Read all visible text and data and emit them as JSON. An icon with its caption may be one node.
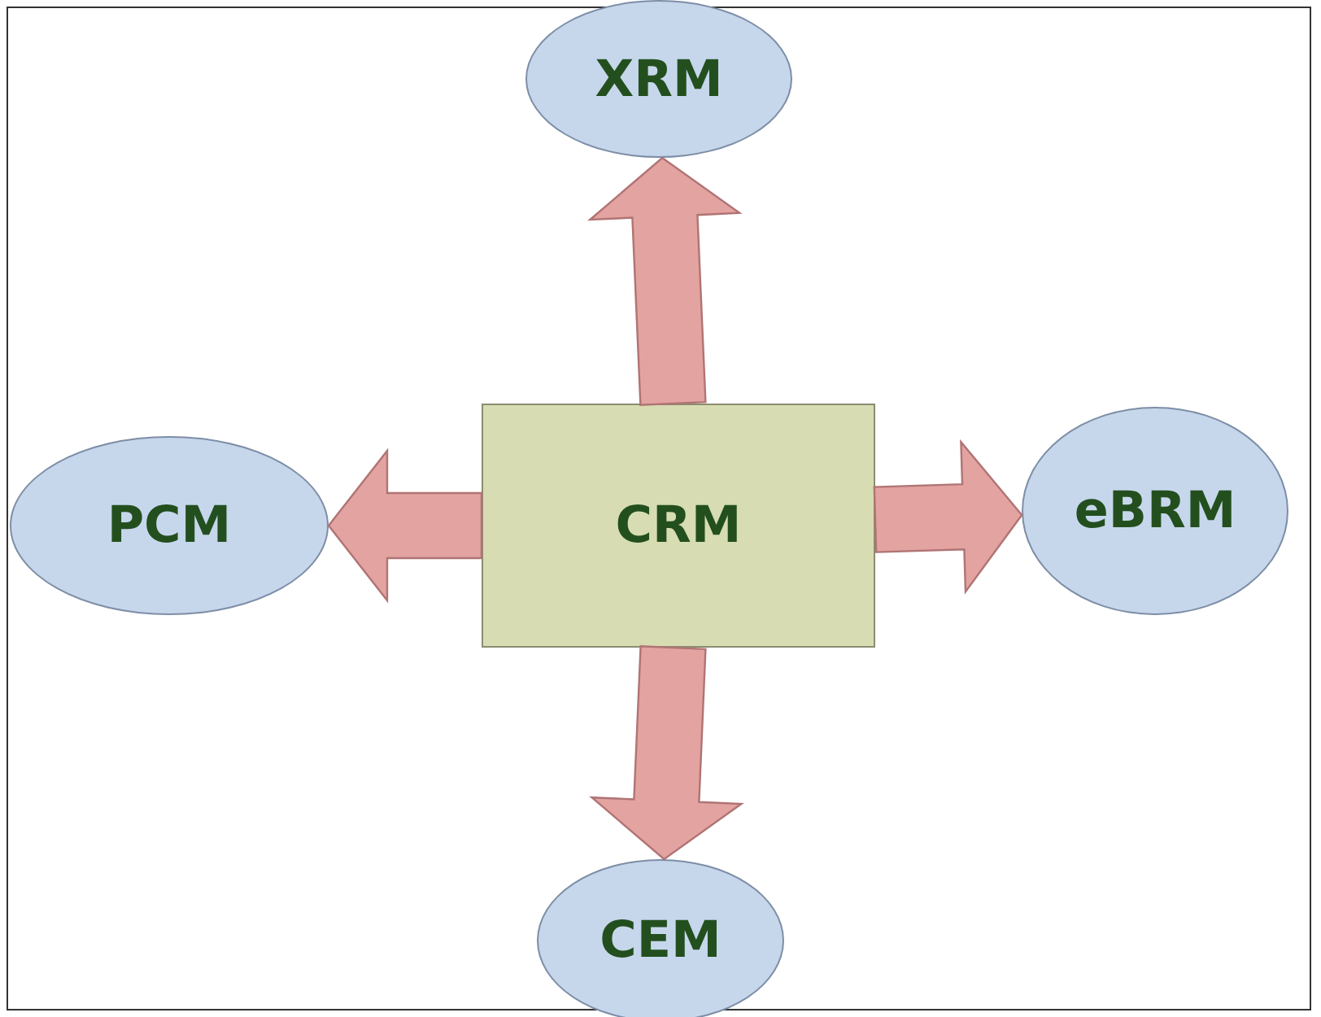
{
  "diagram": {
    "nodes": [
      {
        "text": [
          "XRM"
        ]
      },
      {
        "text": [
          "PCM"
        ]
      },
      {
        "text": [
          "CRM"
        ]
      },
      {
        "text": [
          "eBRM"
        ]
      },
      {
        "text": [
          "CEM"
        ]
      }
    ],
    "edges": [
      {
        "from": 2,
        "to": 0,
        "arrow": "to"
      },
      {
        "from": 2,
        "to": 1,
        "arrow": "to"
      },
      {
        "from": 2,
        "to": 3,
        "arrow": "to"
      },
      {
        "from": 2,
        "to": 4,
        "arrow": "to"
      }
    ]
  }
}
